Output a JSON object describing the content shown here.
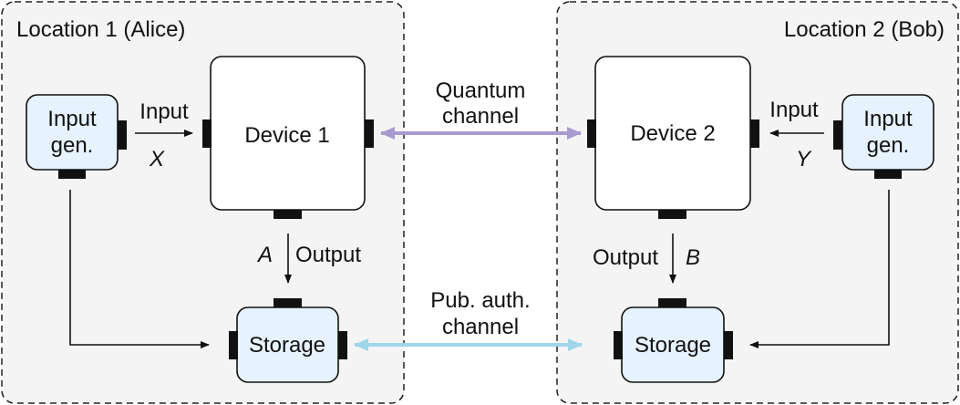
{
  "locations": {
    "alice": {
      "title": "Location 1 (Alice)"
    },
    "bob": {
      "title": "Location 2 (Bob)"
    }
  },
  "alice": {
    "input_gen": [
      "Input",
      "gen."
    ],
    "device": "Device 1",
    "input_label": "Input",
    "input_var": "X",
    "output_label": "Output",
    "output_var": "A",
    "storage": "Storage"
  },
  "bob": {
    "input_gen": [
      "Input",
      "gen."
    ],
    "device": "Device 2",
    "input_label": "Input",
    "input_var": "Y",
    "output_label": "Output",
    "output_var": "B",
    "storage": "Storage"
  },
  "channels": {
    "quantum": {
      "lines": [
        "Quantum",
        "channel"
      ],
      "color": "#a99bcf"
    },
    "public": {
      "lines": [
        "Pub. auth.",
        "channel"
      ],
      "color": "#9fd6ea"
    }
  },
  "colors": {
    "panel_bg": "#f4f4f4",
    "box_fill_blue": "#e6f2fd",
    "device_fill": "#ffffff",
    "stroke": "#111111"
  }
}
